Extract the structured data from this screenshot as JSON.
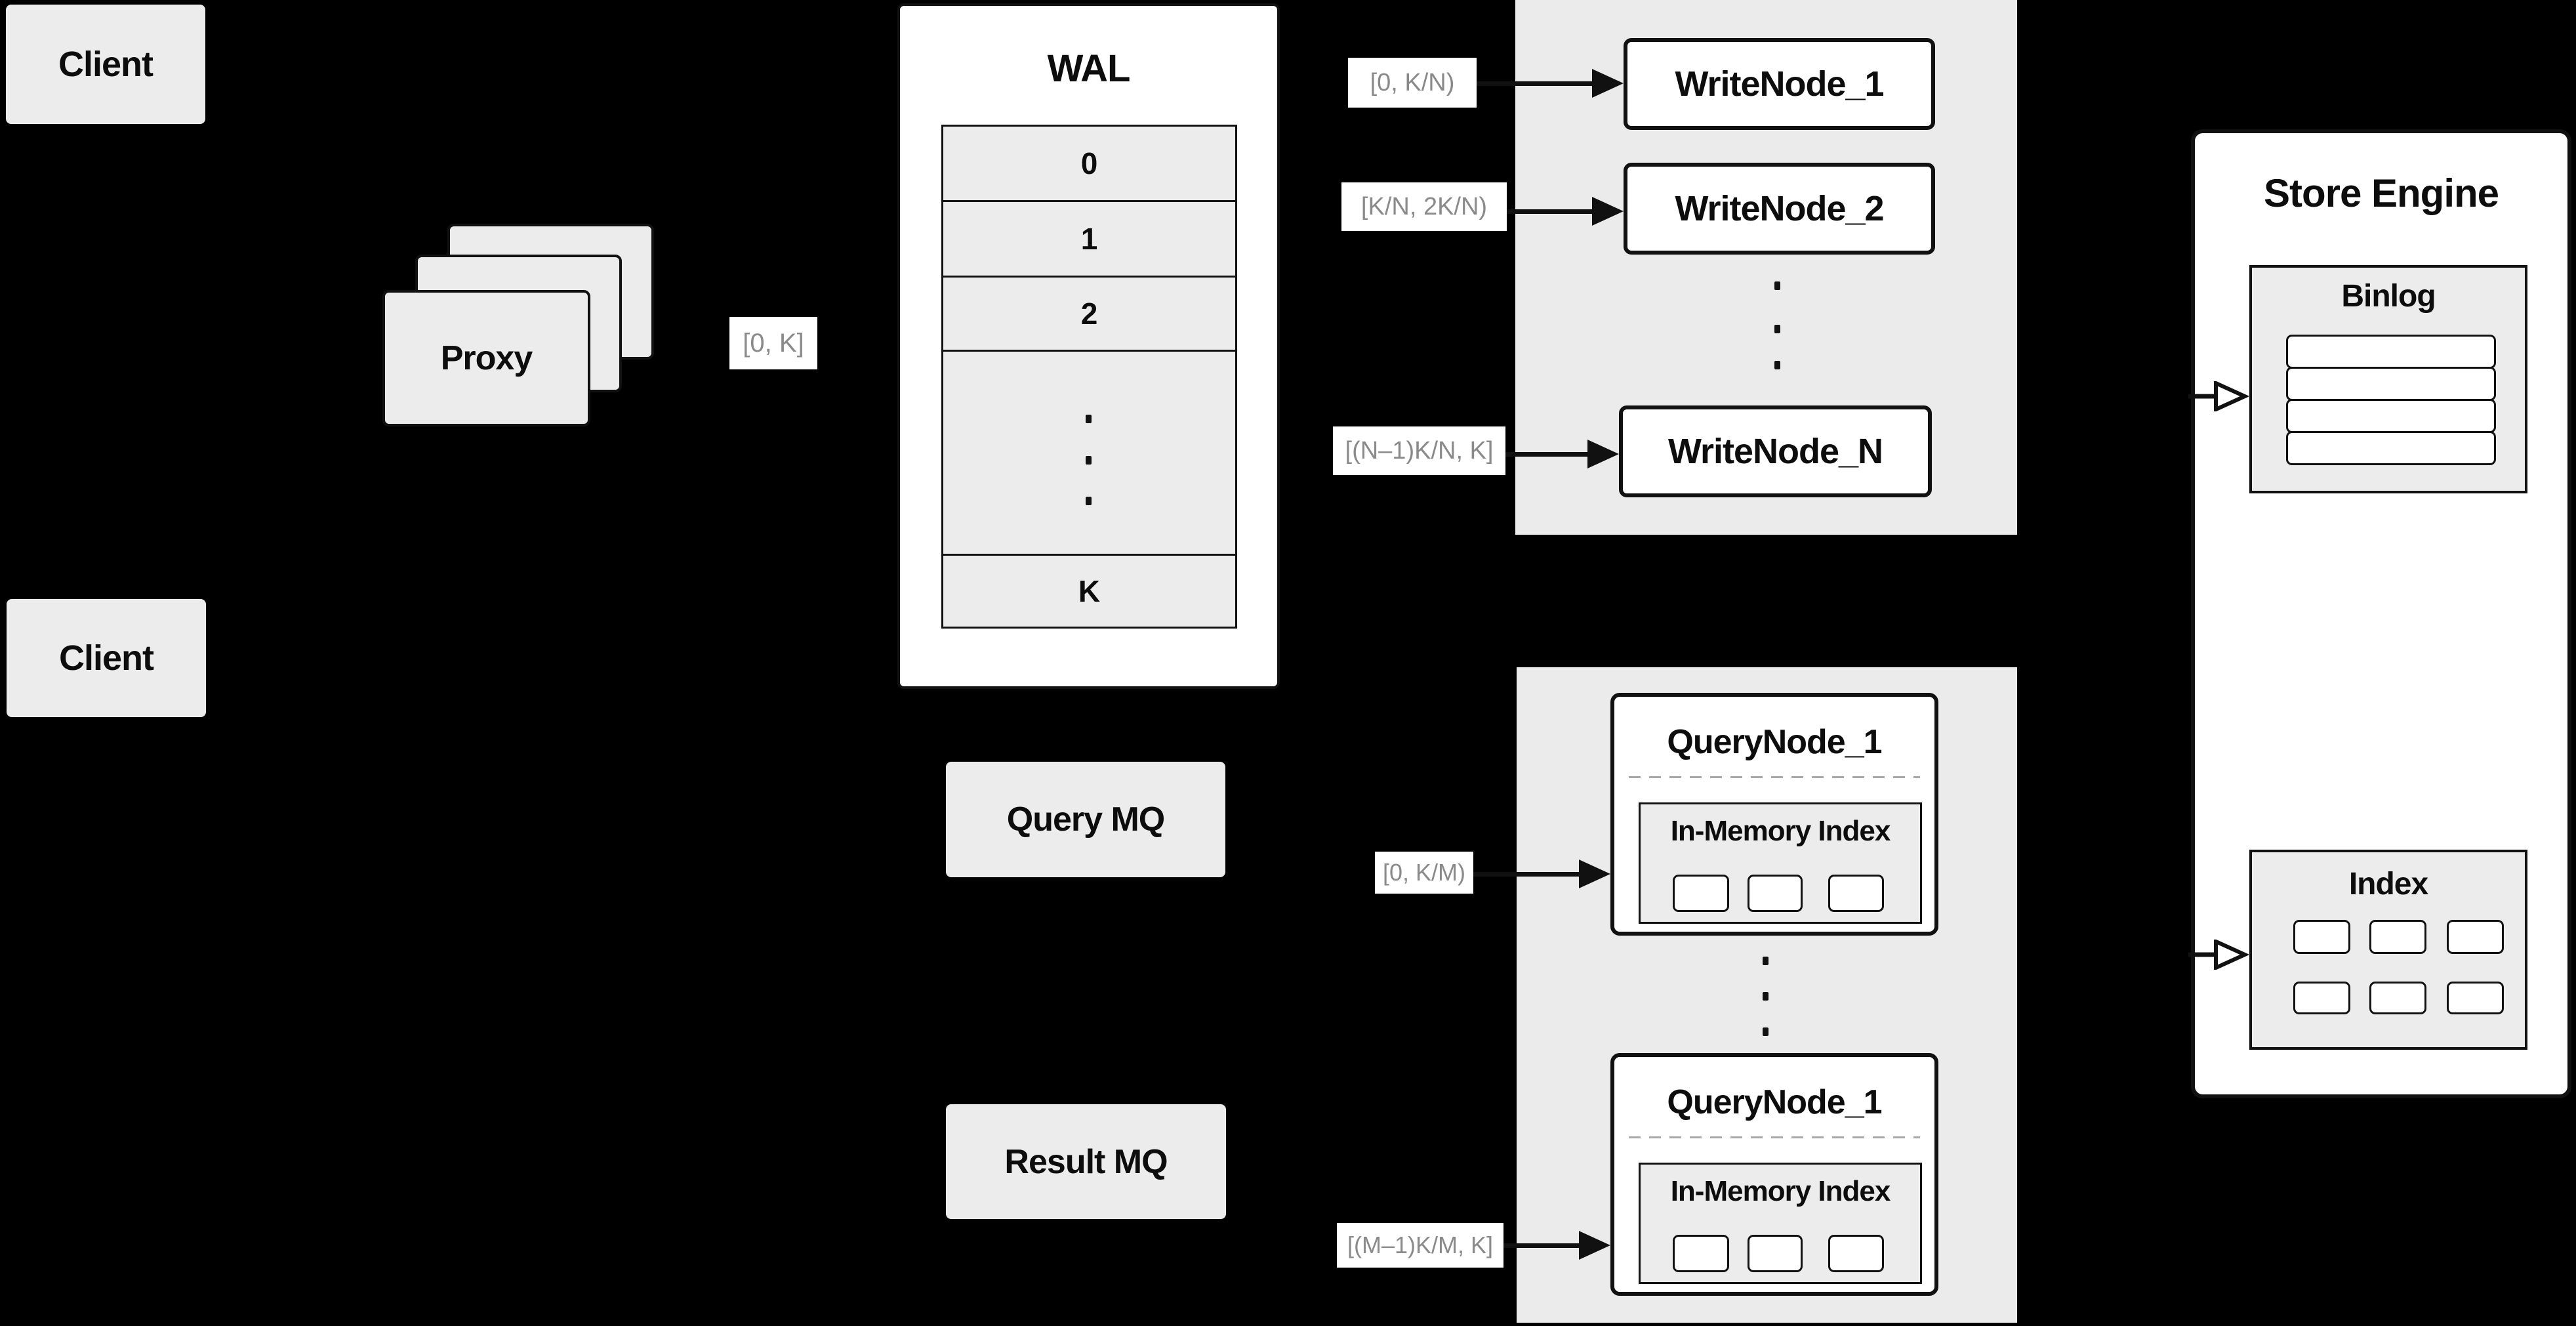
{
  "colors": {
    "bg": "#000000",
    "ink": "#111111",
    "panel": "#ebebeb",
    "fill": "#ececec",
    "node": "#ffffff",
    "range": "#8a8a8a",
    "dash": "#a8a8a8",
    "text": "#0d0d0d"
  },
  "clients": {
    "top_label": "Client",
    "bottom_label": "Client"
  },
  "proxy": {
    "label": "Proxy"
  },
  "wal": {
    "title": "WAL",
    "segments": [
      "0",
      "1",
      "2"
    ],
    "last_segment": "K"
  },
  "ranges": {
    "proxy_out": "[0, K]",
    "write_1": "[0, K/N)",
    "write_2": "[K/N, 2K/N)",
    "write_n": "[(N–1)K/N, K]",
    "query_1": "[0, K/M)",
    "query_m": "[(M–1)K/M, K]"
  },
  "write_nodes": {
    "node_1": "WriteNode_1",
    "node_2": "WriteNode_2",
    "node_n": "WriteNode_N"
  },
  "mq": {
    "query_label": "Query MQ",
    "result_label": "Result MQ"
  },
  "query_nodes": {
    "top": {
      "title": "QueryNode_1",
      "index_label": "In-Memory Index"
    },
    "bottom": {
      "title": "QueryNode_1",
      "index_label": "In-Memory Index"
    }
  },
  "store_engine": {
    "title": "Store Engine",
    "binlog_label": "Binlog",
    "index_label": "Index"
  }
}
